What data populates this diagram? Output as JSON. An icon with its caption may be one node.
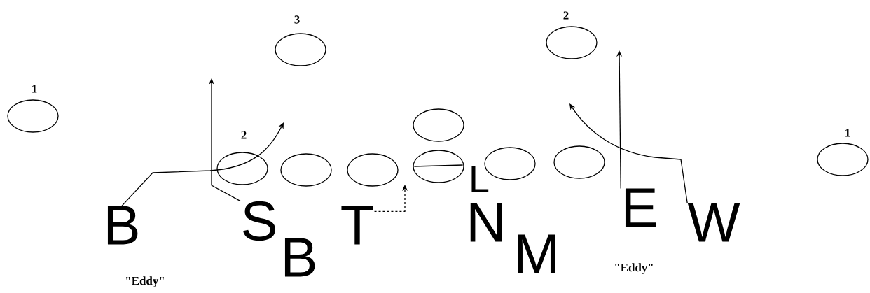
{
  "diagram": {
    "nodes": [
      {
        "text": [
          "3"
        ]
      },
      {
        "text": [
          "2"
        ]
      },
      {
        "text": [
          "1"
        ]
      },
      {
        "text": [],
        "shape": "ellipse"
      },
      {
        "text": [
          "1"
        ]
      },
      {
        "text": [
          "2"
        ]
      },
      {
        "text": [],
        "shape": "ellipse"
      },
      {
        "text": [],
        "shape": "ellipse"
      },
      {
        "text": [],
        "shape": "ellipse"
      },
      {
        "text": [],
        "shape": "ellipse"
      },
      {
        "text": [],
        "shape": "ellipse"
      },
      {
        "text": [
          "B"
        ]
      },
      {
        "text": [
          "S"
        ]
      },
      {
        "text": [
          "T"
        ]
      },
      {
        "text": [
          "E"
        ]
      },
      {
        "text": [
          "W"
        ]
      }
    ],
    "edges": [
      {
        "from": 11,
        "to": null,
        "arrow": "to"
      },
      {
        "from": 12,
        "to": null,
        "arrow": "to"
      },
      {
        "from": 13,
        "to": null,
        "arrow": "to",
        "style": "dashed"
      },
      {
        "from": 14,
        "to": null,
        "arrow": "to"
      },
      {
        "from": 15,
        "to": null,
        "arrow": "to"
      }
    ],
    "labels": [
      "L",
      "N",
      "B",
      "M",
      "\"Eddy\"",
      "\"Eddy\""
    ]
  }
}
